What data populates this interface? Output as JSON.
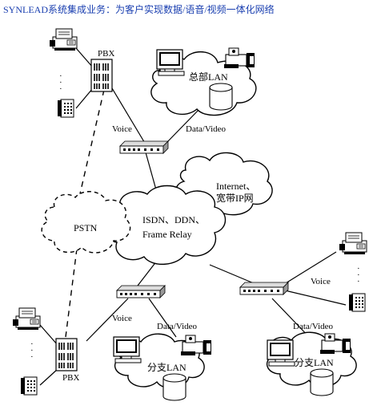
{
  "title": "SYNLEAD系统集成业务：为客户实现数据/语音/视频一体化网络",
  "labels": {
    "pbx_top": "PBX",
    "pbx_bottom": "PBX",
    "hq_lan": "总部LAN",
    "branch_lan_1": "分支LAN",
    "branch_lan_2": "分支LAN",
    "internet_line1": "Internet、",
    "internet_line2": "宽带IP网",
    "wan_line1": "ISDN、DDN、",
    "wan_line2": "Frame Relay",
    "pstn": "PSTN",
    "voice_top": "Voice",
    "data_video_top": "Data/Video",
    "voice_bottom_left": "Voice",
    "data_video_bottom_left": "Data/Video",
    "voice_right": "Voice",
    "data_video_right": "Data/Video"
  }
}
